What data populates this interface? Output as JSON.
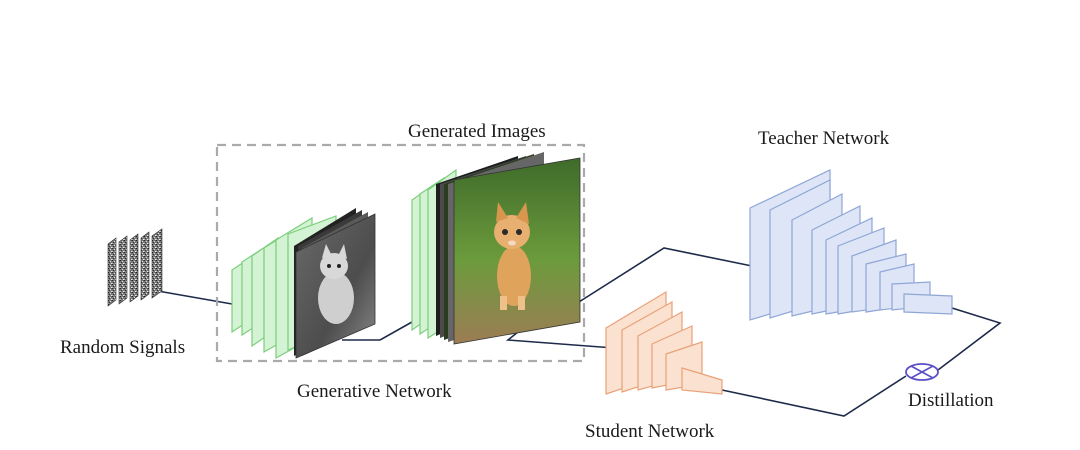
{
  "labels": {
    "random_signals": "Random Signals",
    "generative_network": "Generative Network",
    "generated_images": "Generated Images",
    "teacher_network": "Teacher Network",
    "student_network": "Student Network",
    "distillation": "Distillation"
  },
  "colors": {
    "line": "#1e2a4a",
    "dashed_box": "#aaaaaa",
    "generator_layer_fill": "#d4f2d4",
    "generator_layer_stroke": "#7ccf7c",
    "teacher_layer_fill": "#dde5f6",
    "teacher_layer_stroke": "#8fa6d6",
    "student_layer_fill": "#fbe1cf",
    "student_layer_stroke": "#e8a27a",
    "distillation_symbol": "#5a4fc7"
  },
  "icons": {
    "noise": "noise-stack-icon",
    "gray_cat": "grayscale-cat-image-stack",
    "color_cat": "color-cat-image-stack",
    "distill": "circled-times-icon"
  }
}
